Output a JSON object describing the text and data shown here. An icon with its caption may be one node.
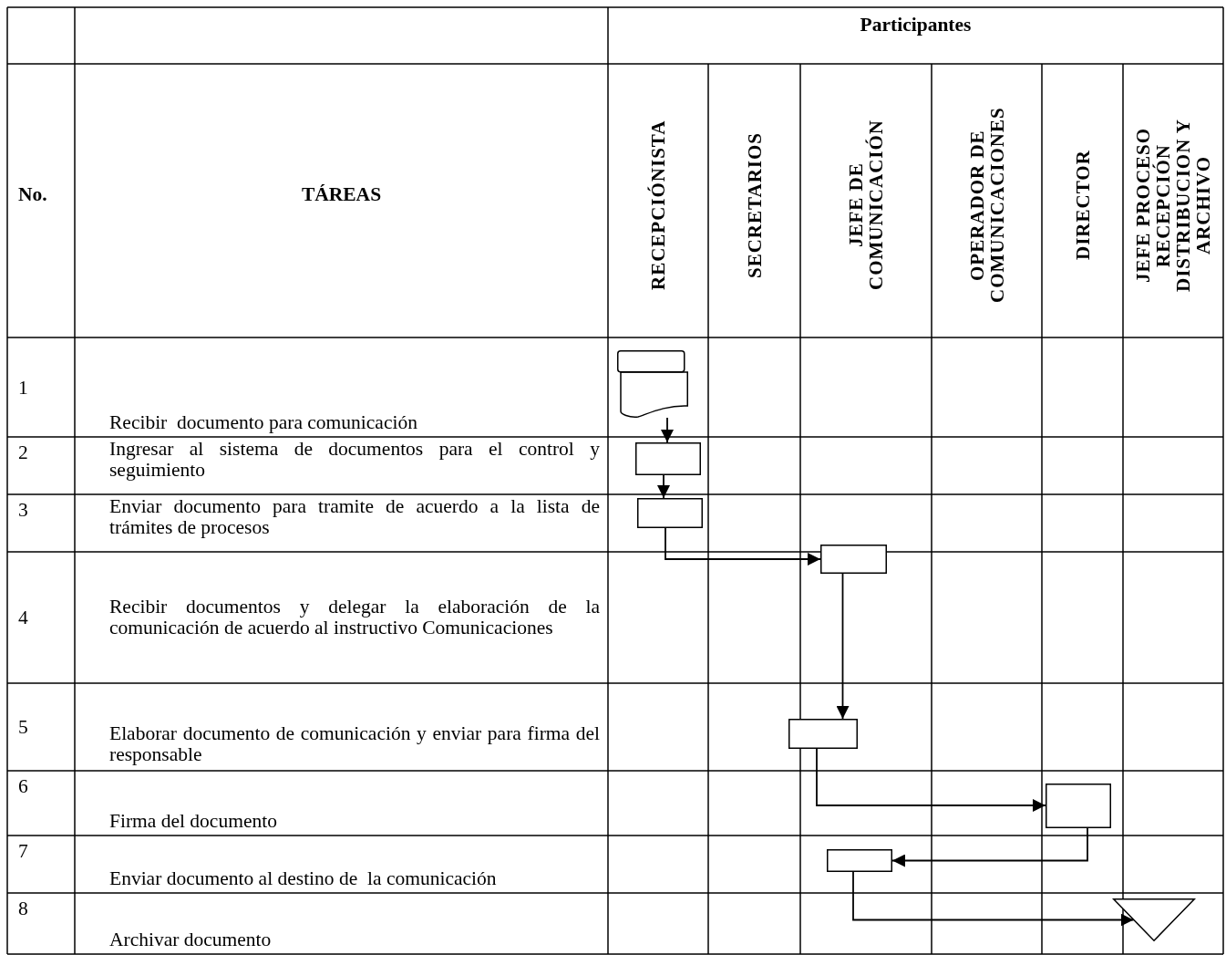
{
  "diagram": {
    "nodes": [
      {
        "text": [],
        "shape": "document"
      },
      {
        "text": [],
        "shape": "box"
      },
      {
        "text": [],
        "shape": "box"
      },
      {
        "text": [],
        "shape": "box"
      },
      {
        "text": [],
        "shape": "box"
      },
      {
        "text": [],
        "shape": "box"
      },
      {
        "text": [],
        "shape": "box"
      },
      {
        "text": [],
        "shape": "triangle"
      }
    ],
    "edges": [
      {
        "from": 0,
        "to": 1,
        "arrow": "to"
      },
      {
        "from": 1,
        "to": 2,
        "arrow": "to"
      },
      {
        "from": 2,
        "to": 3,
        "arrow": "to"
      },
      {
        "from": 3,
        "to": 4,
        "arrow": "to"
      },
      {
        "from": 4,
        "to": 5,
        "arrow": "to"
      },
      {
        "from": 5,
        "to": 6,
        "arrow": "to"
      },
      {
        "from": 6,
        "to": 7,
        "arrow": "to"
      }
    ],
    "labels": [
      "Participantes",
      "No.",
      "TÁREAS",
      "RECEPCIÓNISTA",
      "SECRETARIOS",
      "JEFE DE COMUNICACIÓN",
      "OPERADOR DE COMUNICACIONES",
      "DIRECTOR",
      "JEFE PROCESO RECEPCIÓN DISTRIBUCION Y ARCHIVO",
      "1",
      "Recibir  documento para comunicación",
      "2",
      "Ingresar al sistema de documentos para el control y seguimiento",
      "3",
      "Enviar documento para tramite de acuerdo a la lista de trámites de procesos",
      "4",
      "Recibir documentos y delegar la elaboración de la comunicación de acuerdo al instructivo Comunicaciones",
      "5",
      "Elaborar documento de comunicación y enviar para firma del responsable",
      "6",
      "Firma del documento",
      "7",
      "Enviar documento al destino de  la comunicación",
      "8",
      "Archivar documento"
    ]
  }
}
